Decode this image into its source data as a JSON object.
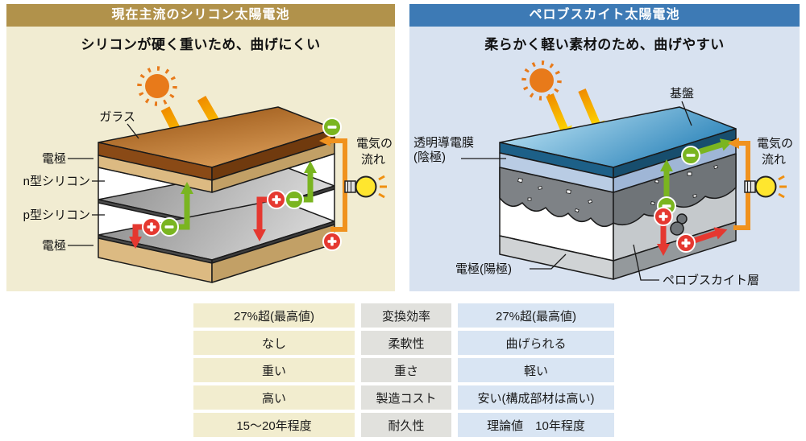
{
  "left_panel": {
    "title": "現在主流のシリコン太陽電池",
    "subtitle": "シリコンが硬く重いため、曲げにくい",
    "header_color": "#b1924b",
    "bg_color": "#f1ecd2",
    "layer_labels": {
      "glass": "ガラス",
      "electrode_top": "電極",
      "n_silicon": "n型シリコン",
      "p_silicon": "p型シリコン",
      "electrode_bottom": "電極"
    },
    "flow_label_line1": "電気の",
    "flow_label_line2": "流れ"
  },
  "right_panel": {
    "title": "ペロブスカイト太陽電池",
    "subtitle": "柔らかく軽い素材のため、曲げやすい",
    "header_color": "#3d7ab5",
    "bg_color": "#d8e2f0",
    "layer_labels": {
      "substrate": "基盤",
      "tco_line1": "透明導電膜",
      "tco_line2": "(陰極)",
      "electrode_bottom": "電極(陽極)",
      "perovskite": "ペロブスカイト層"
    },
    "flow_label_line1": "電気の",
    "flow_label_line2": "流れ"
  },
  "icons": {
    "sun": "sun-icon",
    "light_bulb": "lightbulb-icon",
    "plus_charge": "plus-charge-icon",
    "minus_charge": "minus-charge-icon",
    "sunlight_arrow": "sunlight-arrow-icon"
  },
  "accent_colors": {
    "positive_charge": "#e53830",
    "negative_charge": "#7ab520",
    "circuit_wire": "#f0921e",
    "sun": "#e87a1a"
  },
  "comparison_table": {
    "rows": [
      {
        "silicon": "27%超(最高値)",
        "attribute": "変換効率",
        "perovskite": "27%超(最高値)"
      },
      {
        "silicon": "なし",
        "attribute": "柔軟性",
        "perovskite": "曲げられる"
      },
      {
        "silicon": "重い",
        "attribute": "重さ",
        "perovskite": "軽い"
      },
      {
        "silicon": "高い",
        "attribute": "製造コスト",
        "perovskite": "安い(構成部材は高い)"
      },
      {
        "silicon": "15〜20年程度",
        "attribute": "耐久性",
        "perovskite": "理論値　10年程度"
      }
    ]
  }
}
